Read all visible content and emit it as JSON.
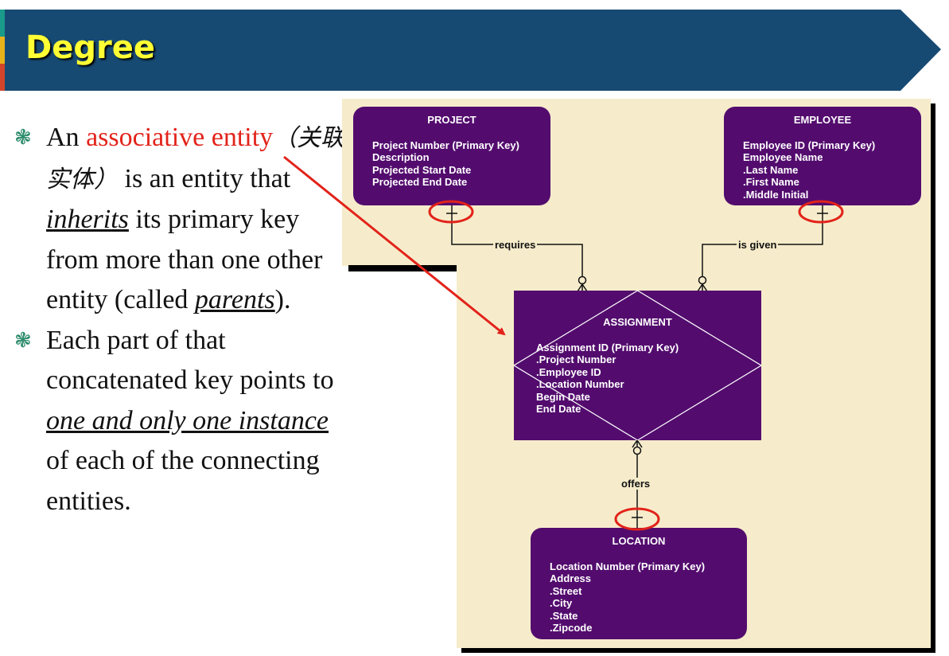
{
  "slide": {
    "title": "Degree"
  },
  "bullets": [
    {
      "icon": "flower-bullet-icon",
      "parts": [
        {
          "text": "An ",
          "style": "normal"
        },
        {
          "text": "associative entity",
          "style": "red"
        },
        {
          "text": "（关联实体）",
          "style": "cn"
        },
        {
          "text": " is an entity that ",
          "style": "normal"
        },
        {
          "text": "inherits",
          "style": "ul"
        },
        {
          "text": " its primary key from more than one other entity (called ",
          "style": "normal"
        },
        {
          "text": "parents",
          "style": "ul"
        },
        {
          "text": ").",
          "style": "normal"
        }
      ]
    },
    {
      "icon": "flower-bullet-icon",
      "parts": [
        {
          "text": "Each part of that concatenated key points to ",
          "style": "normal"
        },
        {
          "text": "one and only one instance",
          "style": "ul"
        },
        {
          "text": " of each of the connecting entities.",
          "style": "normal"
        }
      ]
    }
  ],
  "diagram": {
    "project": {
      "name": "PROJECT",
      "attributes": [
        "Project Number (Primary Key)",
        "Description",
        "Projected Start Date",
        "Projected End Date"
      ]
    },
    "employee": {
      "name": "EMPLOYEE",
      "attributes": [
        "Employee ID (Primary Key)",
        "Employee Name",
        ".Last Name",
        ".First Name",
        ".Middle Initial"
      ]
    },
    "assignment": {
      "name": "ASSIGNMENT",
      "attributes": [
        "Assignment ID (Primary Key)",
        ".Project Number",
        ".Employee ID",
        ".Location Number",
        "Begin Date",
        "End Date"
      ]
    },
    "location": {
      "name": "LOCATION",
      "attributes": [
        "Location Number (Primary Key)",
        "Address",
        ".Street",
        ".City",
        ".State",
        ".Zipcode"
      ]
    },
    "relationships": {
      "requires": "requires",
      "is_given": "is given",
      "offers": "offers"
    }
  },
  "colors": {
    "banner": "#174a73",
    "title": "#ffff33",
    "entity": "#530c6e",
    "highlight": "#e2231a",
    "background": "#f6eccb"
  }
}
